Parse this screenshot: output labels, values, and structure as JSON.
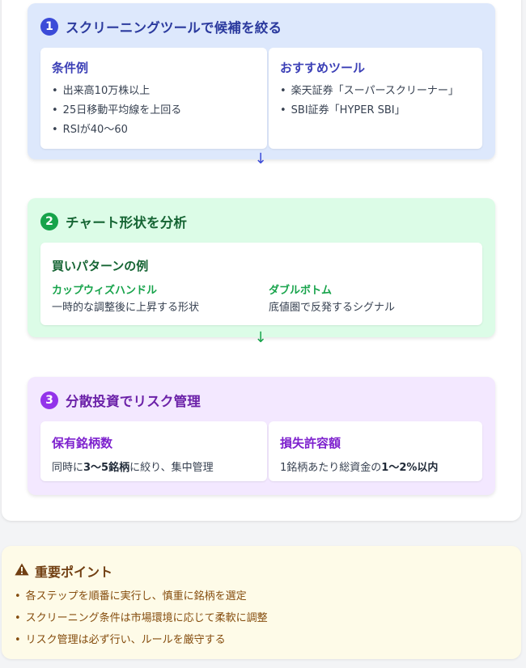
{
  "step1": {
    "number": "1",
    "title": "スクリーニングツールで候補を絞る",
    "conditions": {
      "title": "条件例",
      "items": [
        "出来高10万株以上",
        "25日移動平均線を上回る",
        "RSIが40〜60"
      ]
    },
    "tools": {
      "title": "おすすめツール",
      "items": [
        "楽天証券「スーパースクリーナー」",
        "SBI証券「HYPER SBI」"
      ]
    }
  },
  "step2": {
    "number": "2",
    "title": "チャート形状を分析",
    "patterns_title": "買いパターンの例",
    "patterns": [
      {
        "name": "カップウィズハンドル",
        "desc": "一時的な調整後に上昇する形状"
      },
      {
        "name": "ダブルボトム",
        "desc": "底値圏で反発するシグナル"
      }
    ]
  },
  "step3": {
    "number": "3",
    "title": "分散投資でリスク管理",
    "holdings": {
      "title": "保有銘柄数",
      "prefix": "同時に",
      "bold": "3〜5銘柄",
      "suffix": "に絞り、集中管理"
    },
    "loss": {
      "title": "損失許容額",
      "prefix": "1銘柄あたり総資金の",
      "bold": "1〜2%以内"
    }
  },
  "arrows": {
    "glyph": "↓"
  },
  "notice": {
    "icon": "warning-icon",
    "title": "重要ポイント",
    "items": [
      "各ステップを順番に実行し、慎重に銘柄を選定",
      "スクリーニング条件は市場環境に応じて柔軟に調整",
      "リスク管理は必ず行い、ルールを厳守する"
    ]
  },
  "colors": {
    "step1_bg": "#dde8fc",
    "step2_bg": "#dcfce7",
    "step3_bg": "#f3e8ff",
    "notice_bg": "#fefbe8"
  }
}
